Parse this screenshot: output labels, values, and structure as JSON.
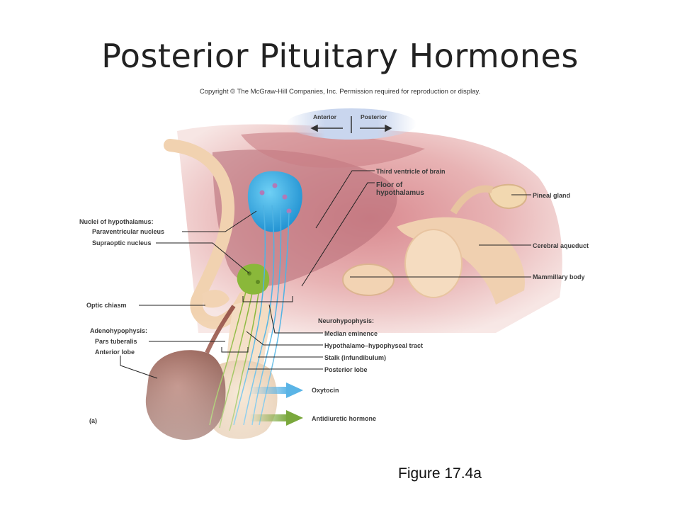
{
  "title": "Posterior Pituitary Hormones",
  "copyright": "Copyright © The McGraw-Hill Companies, Inc. Permission required for reproduction or display.",
  "figure_caption": "Figure 17.4a",
  "orientation": {
    "anterior": "Anterior",
    "posterior": "Posterior"
  },
  "labels": {
    "nuclei_heading": "Nuclei of hypothalamus:",
    "paraventricular": "Paraventricular nucleus",
    "supraoptic": "Supraoptic nucleus",
    "optic_chiasm": "Optic chiasm",
    "adenohypophysis": "Adenohypophysis:",
    "pars_tuberalis": "Pars tuberalis",
    "anterior_lobe": "Anterior lobe",
    "panel": "(a)",
    "third_ventricle": "Third ventricle of brain",
    "floor_hypothalamus_1": "Floor of",
    "floor_hypothalamus_2": "hypothalamus",
    "pineal_gland": "Pineal gland",
    "cerebral_aqueduct": "Cerebral aqueduct",
    "mammillary_body": "Mammillary body",
    "neurohypophysis": "Neurohypophysis:",
    "median_eminence": "Median eminence",
    "hypothalamo_tract": "Hypothalamo–hypophyseal tract",
    "stalk": "Stalk (infundibulum)",
    "posterior_lobe": "Posterior lobe",
    "oxytocin": "Oxytocin",
    "adh": "Antidiuretic hormone"
  },
  "colors": {
    "paraventricular_nucleus": "#29a8e0",
    "supraoptic_nucleus": "#8ab83a",
    "anterior_lobe": "#9b5a4e",
    "oxytocin_arrow": "#5ab4e6",
    "adh_arrow": "#7aa83c",
    "hypothalamus": "#c98a8a"
  }
}
